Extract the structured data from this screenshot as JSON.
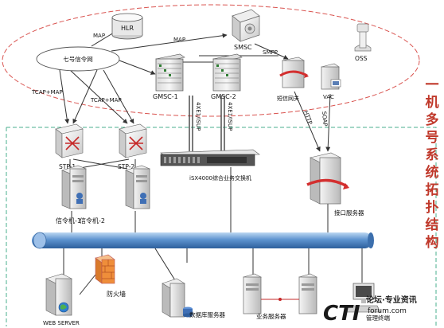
{
  "title_vertical": "一机多号系统拓扑结构",
  "nodes": {
    "hlr": "HLR",
    "smsc": "SMSC",
    "oss": "OSS",
    "no7_network": "七号信令网",
    "gmsc1": "GMSC-1",
    "gmsc2": "GMSC-2",
    "sms_gateway": "短信网关",
    "vac": "VAC",
    "stp1": "STP-1",
    "stp2": "STP-2",
    "switch": "iSX4000综合业务交换机",
    "signaling1": "信令机-1",
    "signaling2": "信令机-2",
    "interface_server": "接口服务器",
    "firewall": "防火墙",
    "web_server": "WEB SERVER",
    "db_server": "数据库服务器",
    "service_server": "业务服务器",
    "mgmt_terminal": "管理终端"
  },
  "links": {
    "map1": "MAP",
    "map2": "MAP",
    "smpp": "SMPP",
    "tcap_map1": "TCAP+MAP",
    "tcap_map2": "TCAP+MAP",
    "e1_isup1": "4XE1/ISUP",
    "e1_isup2": "4XE1/ISUP",
    "http": "HTTP",
    "soap": "SOAP"
  },
  "watermark": {
    "logo": "CTI",
    "line1": "论坛·专业资讯",
    "line2": "forum.com"
  }
}
